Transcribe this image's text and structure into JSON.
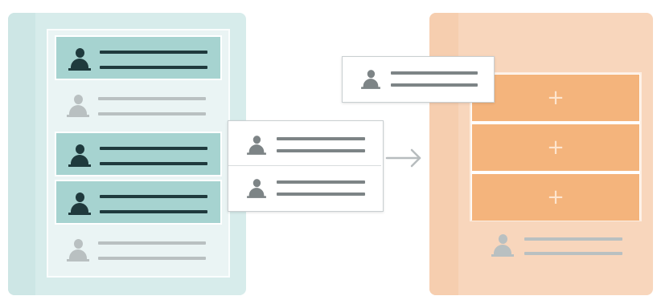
{
  "diagram": {
    "source_panel_rows": [
      {
        "state": "selected",
        "icon": "person-icon"
      },
      {
        "state": "unselected",
        "icon": "person-icon"
      },
      {
        "state": "selected",
        "icon": "person-icon"
      },
      {
        "state": "selected",
        "icon": "person-icon"
      },
      {
        "state": "unselected",
        "icon": "person-icon"
      }
    ],
    "moving_cards": [
      {
        "icon": "person-icon"
      },
      {
        "icon": "person-icon"
      },
      {
        "icon": "person-icon"
      }
    ],
    "arrow_icon": "arrow-right-icon",
    "destination_slots": [
      {
        "symbol": "+"
      },
      {
        "symbol": "+"
      },
      {
        "symbol": "+"
      }
    ],
    "destination_rows": [
      {
        "state": "unselected",
        "icon": "person-icon"
      }
    ]
  },
  "colors": {
    "teal_panel": "#d7eceb",
    "teal_selected": "#a6d3d0",
    "dark_slate": "#1f3a3d",
    "gray_icon": "#b9c0c1",
    "orange_panel": "#f8d6bc",
    "orange_slot": "#f4b47c",
    "card_icon": "#7d8486"
  }
}
